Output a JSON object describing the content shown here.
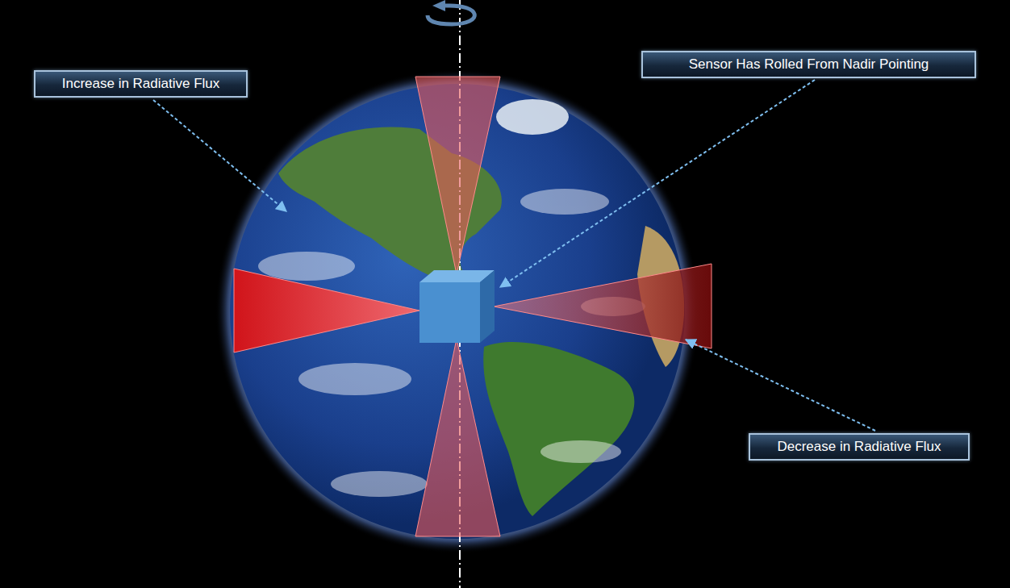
{
  "diagram": {
    "nodes": [
      {
        "text": [
          "Increase in Radiative Flux"
        ]
      },
      {
        "text": [
          "Sensor Has Rolled From Nadir Pointing"
        ]
      },
      {
        "text": [
          "Decrease in Radiative Flux"
        ]
      }
    ]
  }
}
